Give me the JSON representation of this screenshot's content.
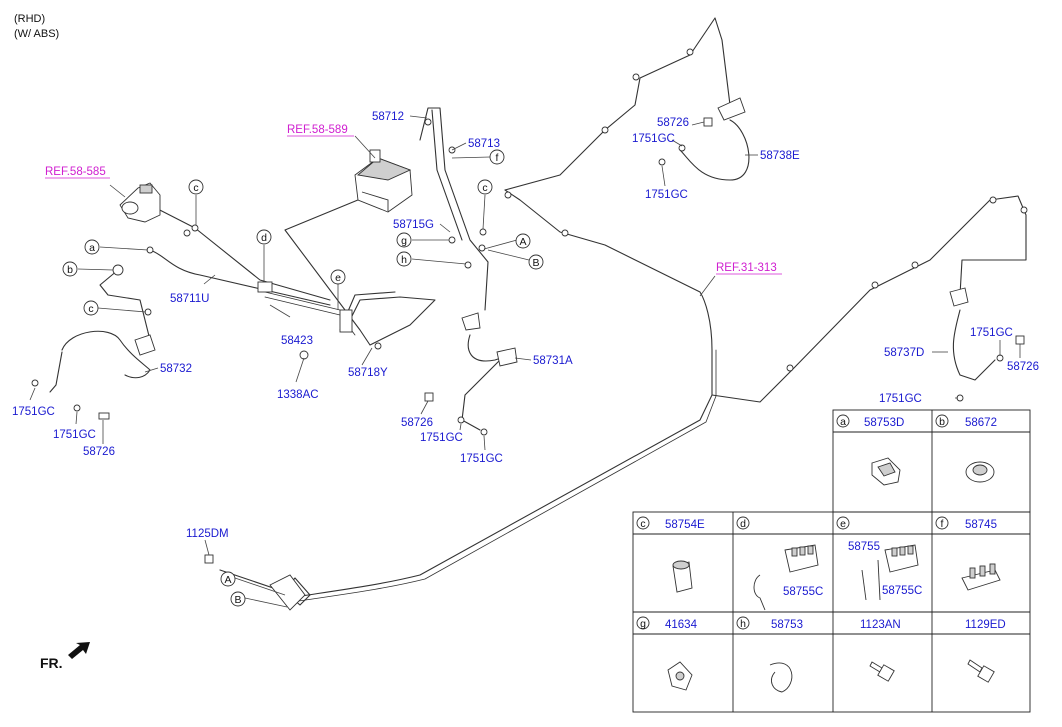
{
  "notes": [
    "(RHD)",
    "(W/ ABS)"
  ],
  "refs": [
    "REF.58-589",
    "REF.58-585",
    "REF.31-313"
  ],
  "parts": {
    "p58712": "58712",
    "p58713": "58713",
    "p58715G": "58715G",
    "p58711U": "58711U",
    "p58423": "58423",
    "p1338AC": "1338AC",
    "p58718Y": "58718Y",
    "p58732": "58732",
    "p1751GC_l1": "1751GC",
    "p1751GC_l2": "1751GC",
    "p58726_l": "58726",
    "p58731A": "58731A",
    "p58726_m": "58726",
    "p1751GC_m1": "1751GC",
    "p1751GC_m2": "1751GC",
    "p58726_t": "58726",
    "p1751GC_t1": "1751GC",
    "p1751GC_t2": "1751GC",
    "p58738E": "58738E",
    "p58737D": "58737D",
    "p1751GC_r1": "1751GC",
    "p58726_r": "58726",
    "p1751GC_r2": "1751GC",
    "p1125DM": "1125DM"
  },
  "callouts": {
    "a1": "a",
    "b1": "b",
    "c1": "c",
    "c2": "c",
    "d1": "d",
    "e1": "e",
    "f1": "f",
    "c3": "c",
    "g1": "g",
    "h1": "h",
    "A1": "A",
    "B1": "B",
    "A2": "A",
    "B2": "B"
  },
  "legend": {
    "cells": [
      {
        "letter": "a",
        "part": "58753D"
      },
      {
        "letter": "b",
        "part": "58672"
      },
      {
        "letter": "c",
        "part": "58754E"
      },
      {
        "letter": "d",
        "part": ""
      },
      {
        "letter": "e",
        "part": ""
      },
      {
        "letter": "f",
        "part": "58745"
      },
      {
        "letter": "g",
        "part": "41634"
      },
      {
        "letter": "h",
        "part": "58753"
      },
      {
        "letter": "",
        "part": "1123AN"
      },
      {
        "letter": "",
        "part": "1129ED"
      }
    ],
    "d_label": "58755C",
    "e_label_top": "58755",
    "e_label": "58755C"
  },
  "front_label": "FR."
}
